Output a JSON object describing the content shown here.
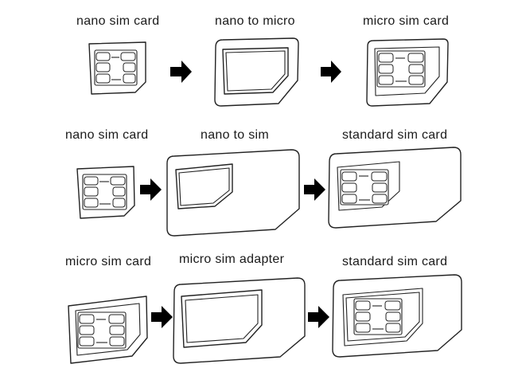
{
  "rows": [
    {
      "source_label": "nano sim card",
      "adapter_label": "nano to micro",
      "result_label": "micro sim card"
    },
    {
      "source_label": "nano sim card",
      "adapter_label": "nano to sim",
      "result_label": "standard sim card"
    },
    {
      "source_label": "micro sim card",
      "adapter_label": "micro sim adapter",
      "result_label": "standard sim card"
    }
  ],
  "icons": {
    "arrow": "right-arrow-icon",
    "sim": "sim-card-icon",
    "adapter": "sim-adapter-icon",
    "chip": "sim-chip-icon"
  },
  "colors": {
    "line": "#222222",
    "background": "#ffffff",
    "arrow": "#000000"
  }
}
